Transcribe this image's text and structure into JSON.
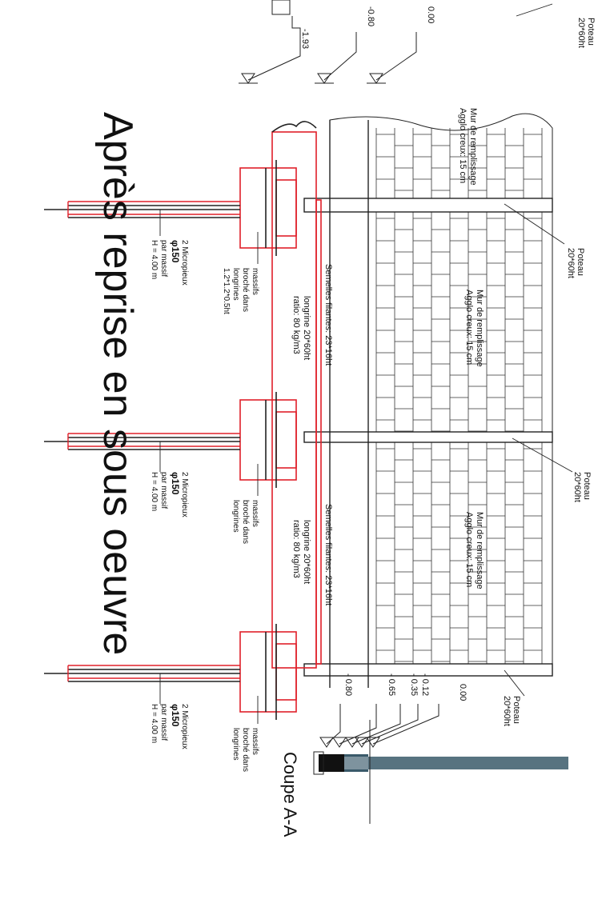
{
  "title": "Après reprise en sous oeuvre",
  "section_label": "Coupe A-A",
  "colors": {
    "ink": "#222222",
    "foundation": "#e0202a",
    "hatch": "#3a5a6a",
    "section_fill": "#111111"
  },
  "poteau_labels": [
    {
      "line1": "Poteau",
      "line2": "20*60ht"
    },
    {
      "line1": "Poteau",
      "line2": "20*60ht"
    },
    {
      "line1": "Poteau",
      "line2": "20*60ht"
    },
    {
      "line1": "Poteau",
      "line2": "20*60ht"
    }
  ],
  "wall_labels": [
    {
      "line1": "Mur de remplissage",
      "line2": "Agglo creux: 15 cm"
    },
    {
      "line1": "Mur de remplissage",
      "line2": "Agglo creux: 15 cm"
    },
    {
      "line1": "Mur de remplissage",
      "line2": "Agglo creux: 15 cm"
    }
  ],
  "semelle_labels": [
    "Semelles filantes: 23*16ht",
    "Semelles filantes: 23*16ht"
  ],
  "longrine_labels": [
    {
      "line1": "longrine 20*60ht",
      "line2": "ratio: 80 kg/m3"
    },
    {
      "line1": "longrine 20*60ht",
      "line2": "ratio: 80 kg/m3"
    }
  ],
  "massif_labels": [
    {
      "line1": "massifs",
      "line2": "broché dans",
      "line3": "longrines",
      "line4": "1.2*1.2*0.5ht"
    },
    {
      "line1": "massifs",
      "line2": "broché dans",
      "line3": "longrines",
      "line4": ""
    },
    {
      "line1": "massifs",
      "line2": "broché dans",
      "line3": "longrines",
      "line4": ""
    }
  ],
  "micropieux_labels": [
    {
      "line1": "2 Micropieux",
      "line2": "φ150",
      "line3": "par massif",
      "line4": "H = 4.00 m"
    },
    {
      "line1": "2 Micropieux",
      "line2": "φ150",
      "line3": "par massif",
      "line4": "H = 4.00 m"
    },
    {
      "line1": "2 Micropieux",
      "line2": "φ150",
      "line3": "par massif",
      "line4": "H = 4.00 m"
    }
  ],
  "top_levels": [
    "0.00",
    "-0.80",
    "-1.93"
  ],
  "bottom_levels": [
    "0.00",
    "- 0.12",
    "- 0.35",
    "- 0.65",
    "- 0.80"
  ]
}
